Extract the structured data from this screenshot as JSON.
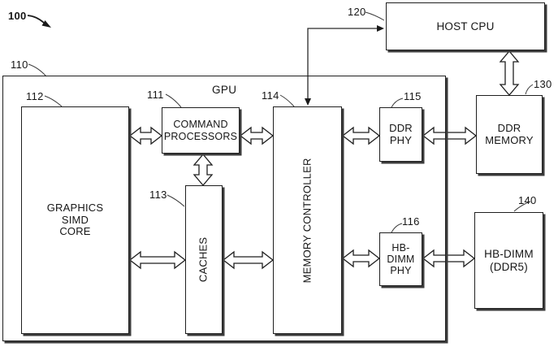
{
  "figure": {
    "ref": "100"
  },
  "colors": {
    "ink": "#1a1a1a",
    "paper": "#ffffff",
    "shadow": "#3c3c3c"
  },
  "boxes": {
    "gpu": {
      "ref": "110",
      "label": "GPU"
    },
    "graphics_simd_core": {
      "ref": "112",
      "label": "GRAPHICS\nSIMD\nCORE"
    },
    "command_processors": {
      "ref": "111",
      "label": "COMMAND\nPROCESSORS"
    },
    "caches": {
      "ref": "113",
      "label": "CACHES"
    },
    "memory_controller": {
      "ref": "114",
      "label": "MEMORY CONTROLLER"
    },
    "ddr_phy": {
      "ref": "115",
      "label": "DDR\nPHY"
    },
    "hb_dimm_phy": {
      "ref": "116",
      "label": "HB-\nDIMM\nPHY"
    },
    "host_cpu": {
      "ref": "120",
      "label": "HOST CPU"
    },
    "ddr_memory": {
      "ref": "130",
      "label": "DDR\nMEMORY"
    },
    "hb_dimm": {
      "ref": "140",
      "label": "HB-DIMM\n(DDR5)"
    }
  }
}
